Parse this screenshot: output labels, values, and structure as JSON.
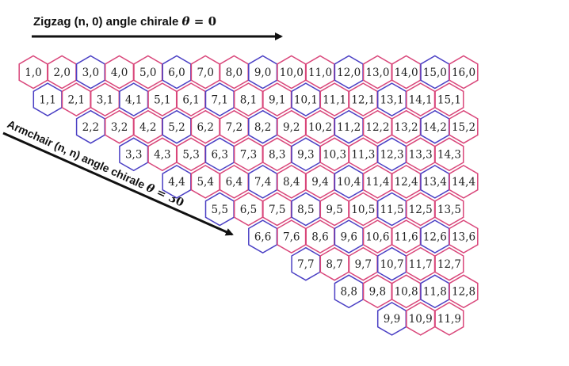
{
  "zigzag_label": {
    "prefix": "Zigzag (n, 0) angle chirale ",
    "theta": "θ",
    "equation": " = 0"
  },
  "armchair_label": {
    "prefix": "Armchair (n, n) angle chirale ",
    "theta": "θ",
    "equation": " = 30"
  },
  "colors": {
    "metallic": "#4a3fc4",
    "semiconducting": "#d9467a",
    "arrow": "#111111"
  },
  "legend_rule": "metallic (blue) when (n - m) is a multiple of 3, otherwise semiconducting (pink)",
  "rows": [
    {
      "m": 0,
      "n_from": 1,
      "n_to": 16
    },
    {
      "m": 1,
      "n_from": 1,
      "n_to": 15
    },
    {
      "m": 2,
      "n_from": 2,
      "n_to": 15
    },
    {
      "m": 3,
      "n_from": 3,
      "n_to": 14
    },
    {
      "m": 4,
      "n_from": 4,
      "n_to": 14
    },
    {
      "m": 5,
      "n_from": 5,
      "n_to": 13
    },
    {
      "m": 6,
      "n_from": 6,
      "n_to": 13
    },
    {
      "m": 7,
      "n_from": 7,
      "n_to": 12
    },
    {
      "m": 8,
      "n_from": 8,
      "n_to": 12
    },
    {
      "m": 9,
      "n_from": 9,
      "n_to": 11
    }
  ]
}
